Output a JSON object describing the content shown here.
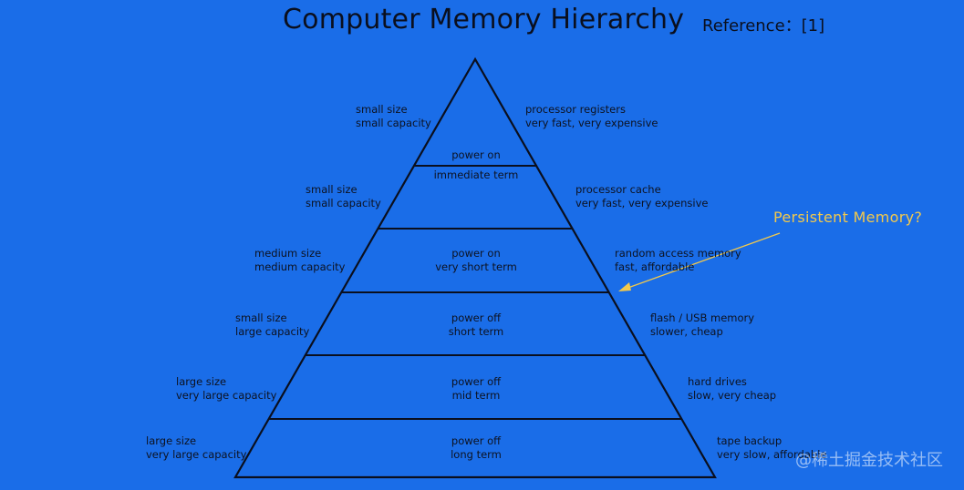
{
  "title": "Computer Memory Hierarchy",
  "reference": "Reference：[1]",
  "callout": "Persistent Memory?",
  "watermark": "@稀土掘金技术社区",
  "colors": {
    "background": "#1a6de8",
    "lines": "#0a0f1e",
    "callout": "#f2c94c",
    "text": "#0d1220"
  },
  "levels": [
    {
      "left": [
        "small size",
        "small capacity"
      ],
      "center": [
        "power on"
      ],
      "right": [
        "processor registers",
        "very fast, very expensive"
      ]
    },
    {
      "left": [
        "small size",
        "small capacity"
      ],
      "center": [
        "immediate term"
      ],
      "right": [
        "processor cache",
        "very fast, very expensive"
      ]
    },
    {
      "left": [
        "medium size",
        "medium capacity"
      ],
      "center": [
        "power on",
        "very short term"
      ],
      "right": [
        "random access memory",
        "fast, affordable"
      ]
    },
    {
      "left": [
        "small size",
        "large capacity"
      ],
      "center": [
        "power off",
        "short term"
      ],
      "right": [
        "flash / USB memory",
        "slower, cheap"
      ]
    },
    {
      "left": [
        "large size",
        "very large capacity"
      ],
      "center": [
        "power off",
        "mid term"
      ],
      "right": [
        "hard drives",
        "slow, very cheap"
      ]
    },
    {
      "left": [
        "large size",
        "very large capacity"
      ],
      "center": [
        "power off",
        "long term"
      ],
      "right": [
        "tape backup",
        "very slow, affordable"
      ]
    }
  ]
}
